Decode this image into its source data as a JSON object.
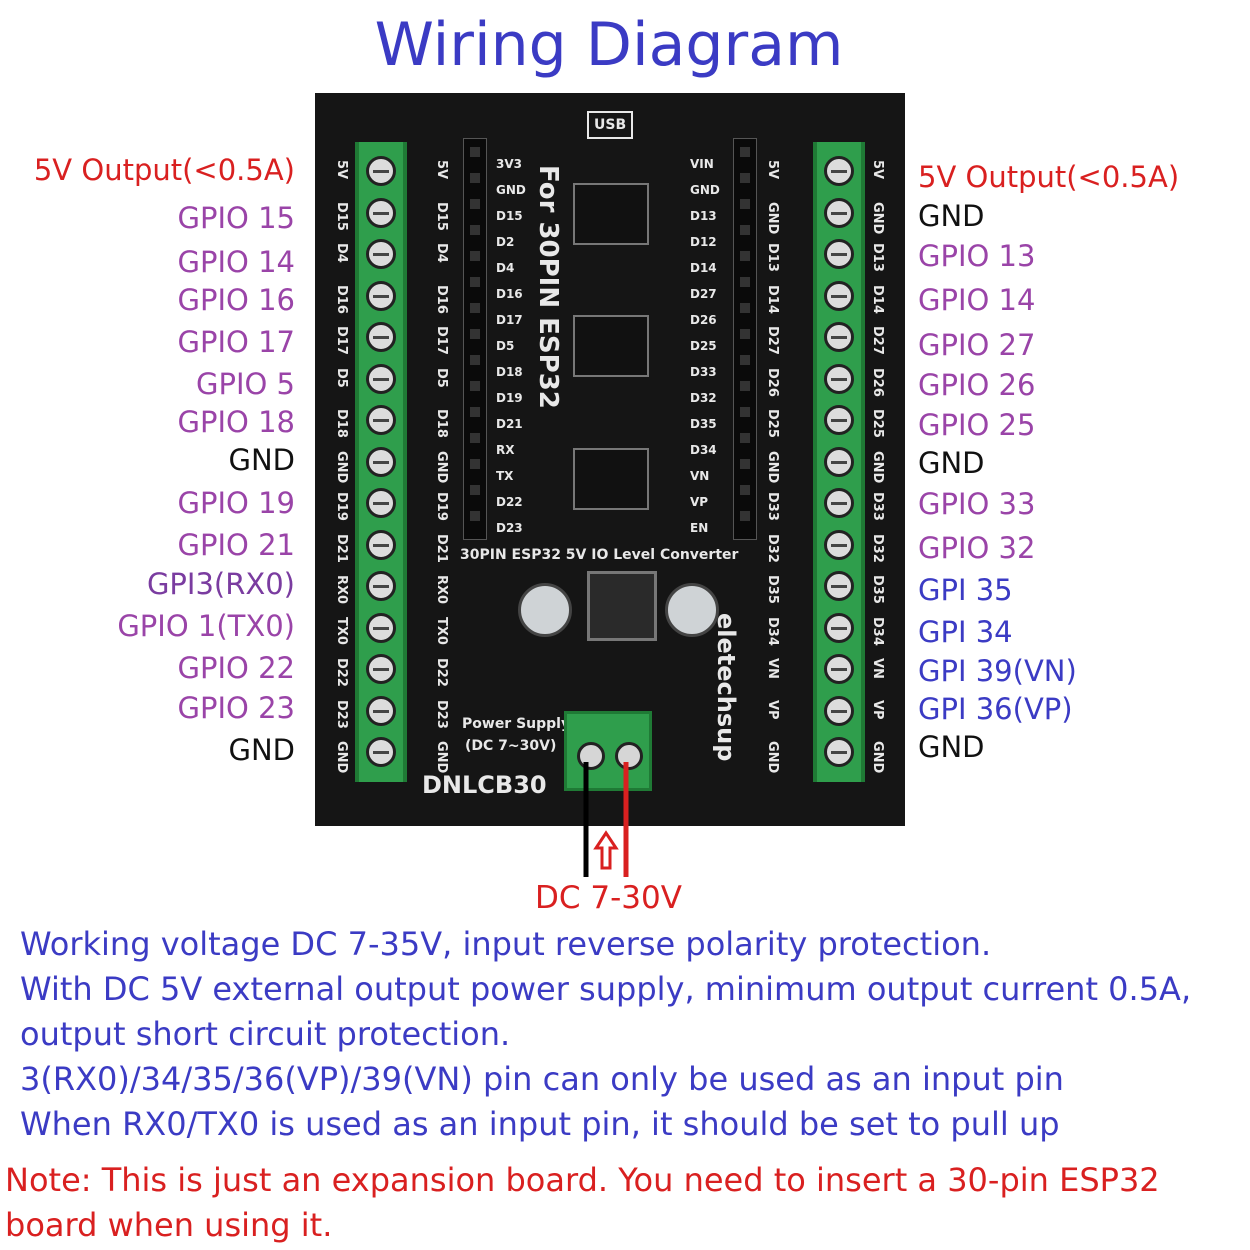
{
  "title": "Wiring Diagram",
  "left_labels": [
    {
      "text": "5V Output(<0.5A)",
      "color": "red"
    },
    {
      "text": "GPIO 15",
      "color": "purple"
    },
    {
      "text": "GPIO 14",
      "color": "purple"
    },
    {
      "text": "GPIO 16",
      "color": "purple"
    },
    {
      "text": "GPIO 17",
      "color": "purple"
    },
    {
      "text": "GPIO 5",
      "color": "purple"
    },
    {
      "text": "GPIO 18",
      "color": "purple"
    },
    {
      "text": "GND",
      "color": "black"
    },
    {
      "text": "GPIO 19",
      "color": "purple"
    },
    {
      "text": "GPIO 21",
      "color": "purple"
    },
    {
      "text": "GPI3(RX0)",
      "color": "darkpurple"
    },
    {
      "text": "GPIO 1(TX0)",
      "color": "purple"
    },
    {
      "text": "GPIO 22",
      "color": "purple"
    },
    {
      "text": "GPIO 23",
      "color": "purple"
    },
    {
      "text": "GND",
      "color": "black"
    }
  ],
  "right_labels": [
    {
      "text": "5V Output(<0.5A)",
      "color": "red"
    },
    {
      "text": "GND",
      "color": "black"
    },
    {
      "text": "GPIO 13",
      "color": "purple"
    },
    {
      "text": "GPIO 14",
      "color": "purple"
    },
    {
      "text": "GPIO 27",
      "color": "purple"
    },
    {
      "text": "GPIO 26",
      "color": "purple"
    },
    {
      "text": "GPIO 25",
      "color": "purple"
    },
    {
      "text": "GND",
      "color": "black"
    },
    {
      "text": "GPIO 33",
      "color": "purple"
    },
    {
      "text": "GPIO 32",
      "color": "purple"
    },
    {
      "text": "GPI 35",
      "color": "blue"
    },
    {
      "text": "GPI 34",
      "color": "blue"
    },
    {
      "text": "GPI 39(VN)",
      "color": "blue"
    },
    {
      "text": "GPI 36(VP)",
      "color": "blue"
    },
    {
      "text": "GND",
      "color": "black"
    }
  ],
  "board": {
    "left_pins": [
      "5V",
      "D15",
      "D4",
      "D16",
      "D17",
      "D5",
      "D18",
      "GND",
      "D19",
      "D21",
      "RX0",
      "TX0",
      "D22",
      "D23",
      "GND"
    ],
    "right_pins": [
      "5V",
      "GND",
      "D13",
      "D14",
      "D27",
      "D26",
      "D25",
      "GND",
      "D33",
      "D32",
      "D35",
      "D34",
      "VN",
      "VP",
      "GND"
    ],
    "header_left": [
      "3V3",
      "GND",
      "D15",
      "D2",
      "D4",
      "D16",
      "D17",
      "D5",
      "D18",
      "D19",
      "D21",
      "RX",
      "TX",
      "D22",
      "D23"
    ],
    "header_right": [
      "VIN",
      "GND",
      "D13",
      "D12",
      "D14",
      "D27",
      "D26",
      "D25",
      "D33",
      "D32",
      "D35",
      "D34",
      "VN",
      "VP",
      "EN"
    ],
    "usb": "USB",
    "vertical_title": "For 30PIN ESP32",
    "converter_label": "30PIN ESP32 5V IO Level Converter",
    "brand": "eletechsup",
    "model": "DNLCB30",
    "power_supply": "Power Supply",
    "power_range": "(DC 7~30V)"
  },
  "dc_input": "DC 7-30V",
  "notes": [
    "Working voltage DC 7-35V, input reverse polarity protection.",
    "With DC 5V external output power supply, minimum output current 0.5A,",
    "output short circuit protection.",
    "3(RX0)/34/35/36(VP)/39(VN) pin can only be used as an input pin",
    "When RX0/TX0 is used as an input pin, it should be set to pull up"
  ],
  "footer_note": "Note: This is just an expansion board. You need to insert a 30-pin ESP32 board when using it.",
  "colors": {
    "red": "#d92020",
    "purple": "#9a44a8",
    "blue": "#3b3bc4",
    "black": "#111111",
    "terminal_green": "#2f9e4c"
  }
}
